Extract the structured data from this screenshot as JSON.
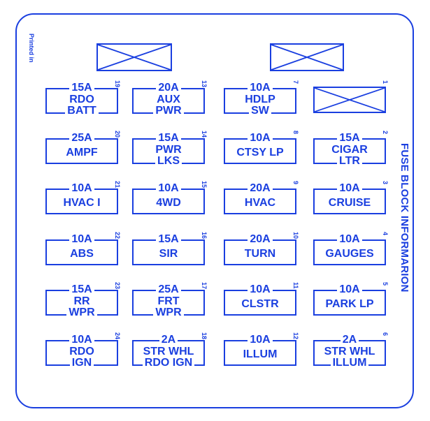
{
  "diagram": {
    "title": "FUSE BLOCK INFORMARION",
    "printed_label": "Printed in",
    "accent_color": "#1a3fe0",
    "spare_slots": [
      "top-left",
      "top-right",
      "fuse-1"
    ],
    "fuses": [
      {
        "num": "19",
        "amp": "15A",
        "line1": "RDO",
        "line2": "BATT"
      },
      {
        "num": "13",
        "amp": "20A",
        "line1": "AUX",
        "line2": "PWR"
      },
      {
        "num": "7",
        "amp": "10A",
        "line1": "HDLP",
        "line2": "SW"
      },
      {
        "num": "1",
        "amp": "",
        "line1": "",
        "line2": ""
      },
      {
        "num": "20",
        "amp": "25A",
        "line1": "AMPF",
        "line2": ""
      },
      {
        "num": "14",
        "amp": "15A",
        "line1": "PWR",
        "line2": "LKS"
      },
      {
        "num": "8",
        "amp": "10A",
        "line1": "CTSY LP",
        "line2": ""
      },
      {
        "num": "2",
        "amp": "15A",
        "line1": "CIGAR",
        "line2": "LTR"
      },
      {
        "num": "21",
        "amp": "10A",
        "line1": "HVAC I",
        "line2": ""
      },
      {
        "num": "15",
        "amp": "10A",
        "line1": "4WD",
        "line2": ""
      },
      {
        "num": "9",
        "amp": "20A",
        "line1": "HVAC",
        "line2": ""
      },
      {
        "num": "3",
        "amp": "10A",
        "line1": "CRUISE",
        "line2": ""
      },
      {
        "num": "22",
        "amp": "10A",
        "line1": "ABS",
        "line2": ""
      },
      {
        "num": "16",
        "amp": "15A",
        "line1": "SIR",
        "line2": ""
      },
      {
        "num": "10",
        "amp": "20A",
        "line1": "TURN",
        "line2": ""
      },
      {
        "num": "4",
        "amp": "10A",
        "line1": "GAUGES",
        "line2": ""
      },
      {
        "num": "23",
        "amp": "15A",
        "line1": "RR",
        "line2": "WPR"
      },
      {
        "num": "17",
        "amp": "25A",
        "line1": "FRT",
        "line2": "WPR"
      },
      {
        "num": "11",
        "amp": "10A",
        "line1": "CLSTR",
        "line2": ""
      },
      {
        "num": "5",
        "amp": "10A",
        "line1": "PARK LP",
        "line2": ""
      },
      {
        "num": "24",
        "amp": "10A",
        "line1": "RDO",
        "line2": "IGN"
      },
      {
        "num": "18",
        "amp": "2A",
        "line1": "STR WHL",
        "line2": "RDO IGN"
      },
      {
        "num": "12",
        "amp": "10A",
        "line1": "ILLUM",
        "line2": ""
      },
      {
        "num": "6",
        "amp": "2A",
        "line1": "STR WHL",
        "line2": "ILLUM"
      }
    ]
  }
}
